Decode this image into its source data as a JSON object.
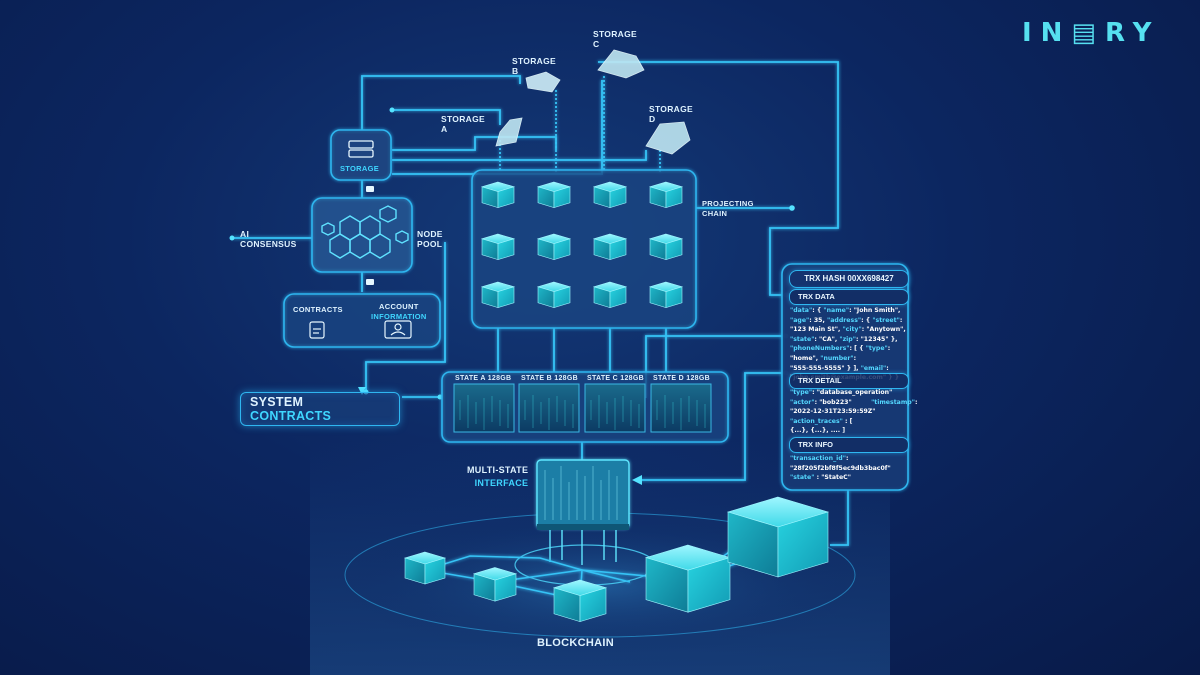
{
  "logo": "IN▤RY",
  "labels": {
    "storage_a": [
      "STORAGE",
      "A"
    ],
    "storage_b": [
      "STORAGE",
      "B"
    ],
    "storage_c": [
      "STORAGE",
      "C"
    ],
    "storage_d": [
      "STORAGE",
      "D"
    ],
    "storage_box": "STORAGE",
    "ai_consensus": [
      "AI",
      "CONSENSUS"
    ],
    "node_pool": [
      "NODE",
      "POOL"
    ],
    "contracts": "CONTRACTS",
    "account_information": [
      "ACCOUNT",
      "INFORMATION"
    ],
    "projecting_chain": [
      "PROJECTING",
      "CHAIN"
    ],
    "system_contracts": [
      "SYSTEM",
      "CONTRACTS"
    ],
    "multi_state_interface": [
      "MULTI-STATE",
      "INTERFACE"
    ],
    "blockchain": "BLOCKCHAIN"
  },
  "states": [
    "STATE A 128GB",
    "STATE B 128GB",
    "STATE C 128GB",
    "STATE D 128GB"
  ],
  "trx": {
    "hash": "TRX HASH 00XX698427",
    "data_title": "TRX DATA",
    "data_lines": [
      [
        [
          "k",
          "\"data\""
        ],
        [
          "v",
          ": { "
        ],
        [
          "k",
          "\"name\""
        ],
        [
          "v",
          ": \"John Smith\","
        ]
      ],
      [
        [
          "k",
          "\"age\""
        ],
        [
          "v",
          ": 35, "
        ],
        [
          "k",
          "\"address\""
        ],
        [
          "v",
          ": { "
        ],
        [
          "k",
          "\"street\""
        ],
        [
          "v",
          ":"
        ]
      ],
      [
        [
          "v",
          "\"123 Main St\", "
        ],
        [
          "k",
          "\"city\""
        ],
        [
          "v",
          ": \"Anytown\","
        ]
      ],
      [
        [
          "k",
          "\"state\""
        ],
        [
          "v",
          ": \"CA\", "
        ],
        [
          "k",
          "\"zip\""
        ],
        [
          "v",
          ": \"12345\" },"
        ]
      ],
      [
        [
          "k",
          "\"phoneNumbers\""
        ],
        [
          "v",
          ": [ { "
        ],
        [
          "k",
          "\"type\""
        ],
        [
          "v",
          ":"
        ]
      ],
      [
        [
          "v",
          "\"home\", "
        ],
        [
          "k",
          "\"number\""
        ],
        [
          "v",
          ":"
        ]
      ],
      [
        [
          "v",
          "\"555-555-5555\" } ], "
        ],
        [
          "k",
          "\"email\""
        ],
        [
          "v",
          ":"
        ]
      ],
      [
        [
          "v",
          "\"john.smith@example.com\" } }"
        ]
      ]
    ],
    "detail_title": "TRX DETAIL",
    "detail_lines": [
      [
        [
          "k",
          "\"type\""
        ],
        [
          "v",
          ": \"database_operation\""
        ]
      ],
      [
        [
          "k",
          "\"actor\""
        ],
        [
          "v",
          ": \"bob223\"         "
        ],
        [
          "k",
          "\"timestamp\""
        ],
        [
          "v",
          ":"
        ]
      ],
      [
        [
          "v",
          "\"2022-12-31T23:59:59Z\""
        ]
      ],
      [
        [
          "k",
          "\"action_traces\""
        ],
        [
          "v",
          " : ["
        ]
      ],
      [
        [
          "v",
          "{...}, {...}, .... ]"
        ]
      ]
    ],
    "info_title": "TRX INFO",
    "info_lines": [
      [
        [
          "k",
          "\"transaction_id\""
        ],
        [
          "v",
          ":"
        ]
      ],
      [
        [
          "v",
          "\"28f205f2bf8f5ec9db3bac0f\""
        ]
      ],
      [
        [
          "k",
          "\"state\""
        ],
        [
          "v",
          " : \"StateC\""
        ]
      ]
    ]
  },
  "colors": {
    "background": "#0c2660",
    "accent": "#3fd6ff",
    "line": "#2fb6f0",
    "cube": "#2ee8e8",
    "text": "#dff3ff"
  }
}
